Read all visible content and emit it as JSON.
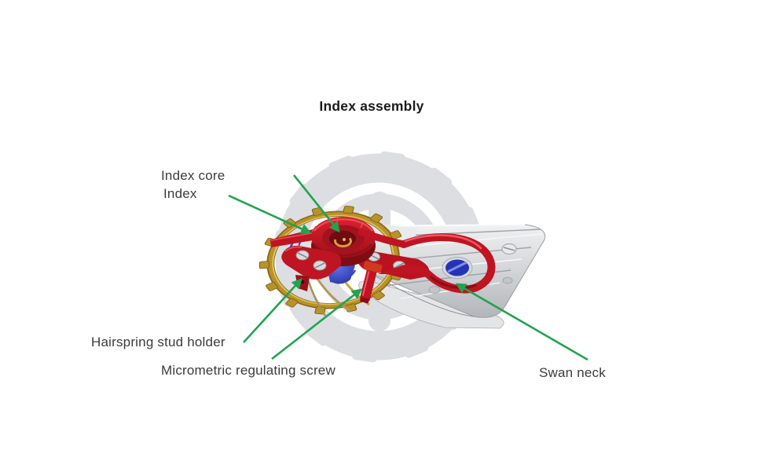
{
  "title": "Index assembly",
  "labels": {
    "index_core": "Index core",
    "index": "Index",
    "hairspring_stud_holder": "Hairspring stud holder",
    "micrometric_regulating_screw": "Micrometric regulating screw",
    "swan_neck": "Swan neck"
  },
  "colors": {
    "arrow_green": "#21a350",
    "gold": "#b8922a",
    "red": "#c01522",
    "silver": "#d3d5d8",
    "jewel_blue": "#2434b8",
    "watermark_gray": "#dcdee1",
    "label_text": "#3b3b3b",
    "title_text": "#1b1b1b"
  }
}
